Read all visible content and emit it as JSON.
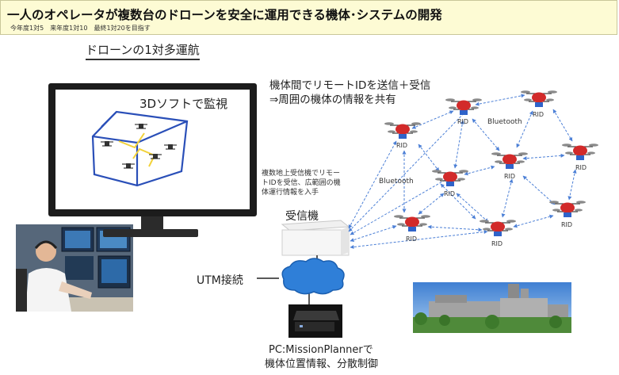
{
  "header": {
    "title": "一人のオペレータが複数台のドローンを安全に運用できる機体･システムの開発",
    "subtitle": "今年度1対5　来年度1対10　最終1対20を目指す"
  },
  "section_title": "ドローンの1対多運航",
  "monitor": {
    "label": "3Dソフトで監視"
  },
  "mesh_caption": {
    "line1": "機体間でリモートIDを送信＋受信",
    "line2": "⇒周囲の機体の情報を共有"
  },
  "receiver_note": {
    "line1": "複数地上受信機でリモー",
    "line2": "トIDを受信、広範囲の機",
    "line3": "体運行情報を入手"
  },
  "receiver_label": "受信機",
  "utm_label": "UTM接続",
  "pc_caption": {
    "line1": "PC:MissionPlannerで",
    "line2": "機体位置情報、分散制御"
  },
  "bluetooth_labels": [
    "Bluetooth",
    "Bluetooth"
  ],
  "rid_label": "RID",
  "colors": {
    "header_bg": "#fdfbd4",
    "drone_red": "#d22a2a",
    "rid_blue": "#2f63c9",
    "arrow_blue": "#4b7fd6",
    "cloud_blue": "#2f7fd8"
  }
}
